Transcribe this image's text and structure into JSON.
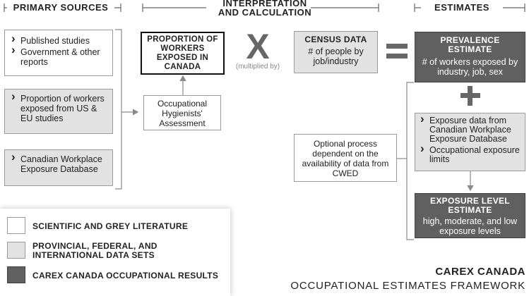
{
  "headers": {
    "primary_sources": "PRIMARY SOURCES",
    "interpretation": "INTERPRETATION",
    "and_calculation": "AND CALCULATION",
    "estimates": "ESTIMATES"
  },
  "primary_sources": {
    "box1": [
      "Published studies",
      "Government & other reports"
    ],
    "box2": [
      "Proportion of workers exposed from US & EU studies"
    ],
    "box3": [
      "Canadian Workplace Exposure Database"
    ]
  },
  "interpretation": {
    "proportion_box": "PROPORTION OF WORKERS EXPOSED IN CANADA",
    "multiply_symbol": "X",
    "multiplied_by": "(multiplied by)",
    "hygienists_box": "Occupational Hygienists' Assessment",
    "census_title": "CENSUS DATA",
    "census_body": "# of people by job/industry",
    "equals_symbol": "="
  },
  "estimates": {
    "prevalence_title": "PREVALENCE ESTIMATE",
    "prevalence_body": "# of workers exposed by industry, job, sex",
    "plus_symbol": "+",
    "optional_process": "Optional process dependent on the availability of data from CWED",
    "exposure_items": [
      "Exposure data from Canadian Workplace Exposure Database",
      "Occupational exposure limits"
    ],
    "exposure_level_title": "EXPOSURE LEVEL ESTIMATE",
    "exposure_level_body": "high, moderate, and low exposure levels"
  },
  "legend": {
    "items": [
      {
        "label": "SCIENTIFIC AND GREY LITERATURE",
        "color": "#ffffff"
      },
      {
        "label": "PROVINCIAL, FEDERAL, AND INTERNATIONAL DATA SETS",
        "color": "#e2e2e2"
      },
      {
        "label": "CAREX CANADA OCCUPATIONAL RESULTS",
        "color": "#606060"
      }
    ]
  },
  "footer": {
    "title": "CAREX CANADA",
    "subtitle": "OCCUPATIONAL ESTIMATES FRAMEWORK"
  }
}
